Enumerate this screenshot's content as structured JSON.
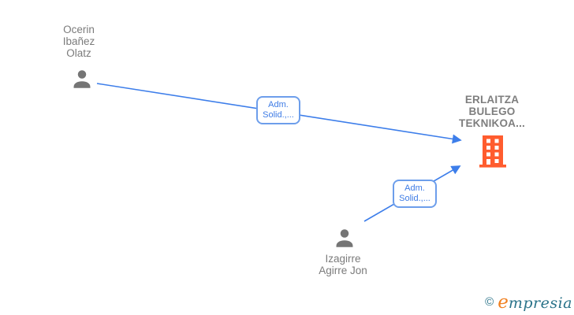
{
  "colors": {
    "arrow-blue": "#3D7EEA",
    "edge-border-blue": "#6D9EEB",
    "edge-text-blue": "#3D7BE5",
    "node-gray": "#757575",
    "label-gray": "#7B7B7B",
    "company-gray": "#7E7E7E",
    "building-orange": "#FF5C2E",
    "logo-teal": "#2A7389",
    "logo-orange": "#F08021"
  },
  "nodes": {
    "person1": {
      "label": "Ocerin\nIbañez\nOlatz",
      "icon": "person-icon"
    },
    "person2": {
      "label": "Izagirre\nAgirre Jon",
      "icon": "person-icon"
    },
    "company": {
      "label": "ERLAITZA\nBULEGO\nTEKNIKOA...",
      "icon": "building-icon"
    }
  },
  "edges": [
    {
      "label": "Adm.\nSolid.,...",
      "from": "person1",
      "to": "company"
    },
    {
      "label": "Adm.\nSolid.,...",
      "from": "person2",
      "to": "company"
    }
  ],
  "watermark": {
    "copyright": "©",
    "brand_initial": "e",
    "brand_rest": "mpresia"
  }
}
